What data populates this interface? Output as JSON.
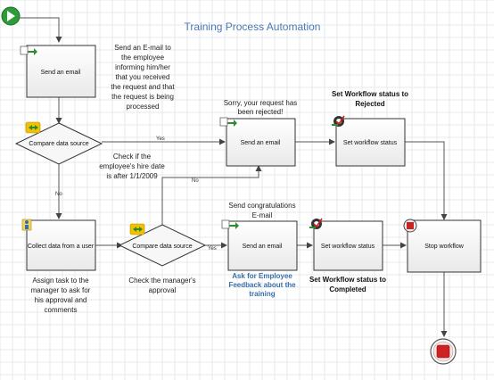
{
  "title": "Training Process Automation",
  "shapes": {
    "send_email_1": "Send an email",
    "compare_1": "Compare data source",
    "send_email_2": "Send an email",
    "set_status_1": "Set workflow status",
    "collect": "Collect data from a user",
    "compare_2": "Compare data source",
    "send_email_3": "Send an email",
    "set_status_2": "Set workflow status",
    "stop": "Stop workflow"
  },
  "branch_labels": {
    "yes1": "Yes",
    "no1": "No",
    "no2": "No",
    "yes2": "Yes"
  },
  "notes": {
    "email1": [
      "Send an E-mail to",
      "the employee",
      "informing him/her",
      "that you received",
      "the request and that",
      "the request is being",
      "processed"
    ],
    "check_hire": [
      "Check if the",
      "employee's hire date",
      "is after 1/1/2009"
    ],
    "rejected_msg": [
      "Sorry, your request has",
      "been rejected!"
    ],
    "status_rejected": [
      "Set Workflow status to",
      "Rejected"
    ],
    "assign_task": [
      "Assign task to the",
      "manager to ask for",
      "his approval and",
      "comments"
    ],
    "check_approval": [
      "Check the manager's",
      "approval"
    ],
    "congrats": [
      "Send congratulations",
      "E-mail"
    ],
    "feedback": [
      "Ask for Employee",
      "Feedback about the",
      "training"
    ],
    "status_completed": [
      "Set Workflow status to",
      "Completed"
    ]
  },
  "colors": {
    "title": "#4a78b5",
    "link_note": "#3a6ea8",
    "start": "#2f9a3a",
    "stop": "#cc2222"
  },
  "icons": [
    "start-play-icon",
    "email-icon",
    "compare-arrows-icon",
    "user-task-icon",
    "status-check-icon",
    "stop-icon",
    "end-icon"
  ]
}
